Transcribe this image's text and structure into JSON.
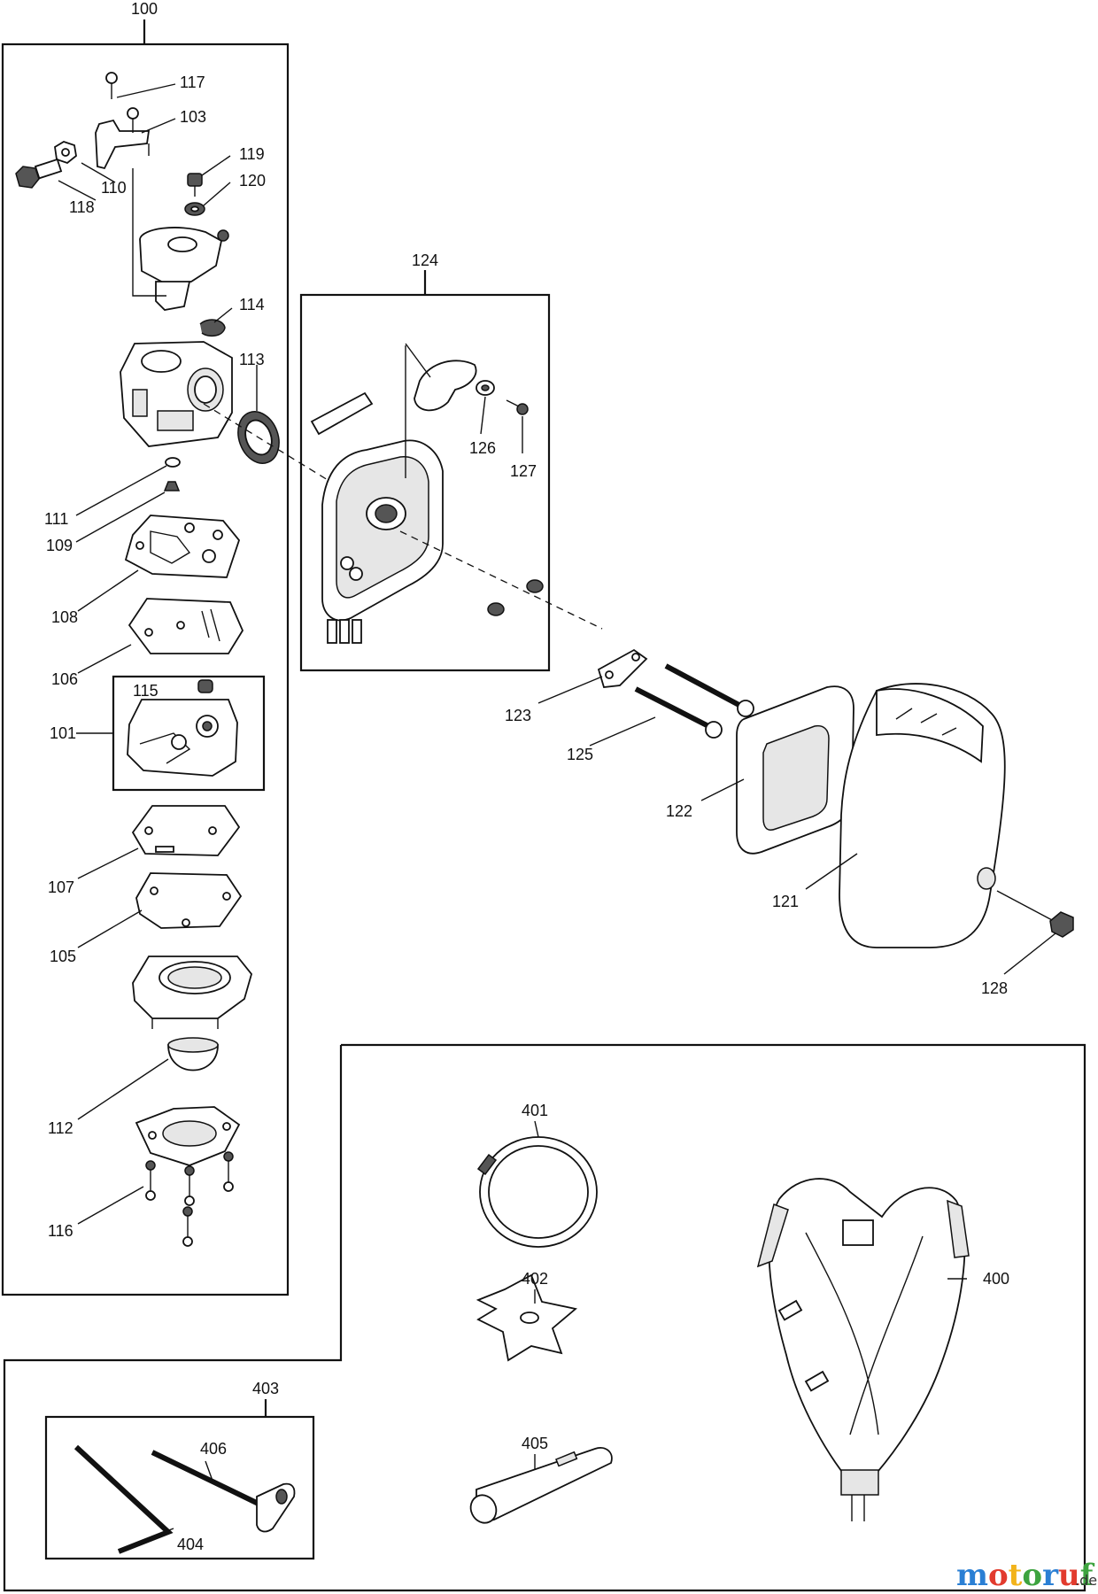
{
  "callouts": {
    "c100": "100",
    "c101": "101",
    "c103": "103",
    "c105": "105",
    "c106": "106",
    "c107": "107",
    "c108": "108",
    "c109": "109",
    "c110": "110",
    "c111": "111",
    "c112": "112",
    "c113": "113",
    "c114": "114",
    "c115": "115",
    "c116": "116",
    "c117": "117",
    "c118": "118",
    "c119": "119",
    "c120": "120",
    "c121": "121",
    "c122": "122",
    "c123": "123",
    "c124": "124",
    "c125": "125",
    "c126": "126",
    "c127": "127",
    "c128": "128",
    "c400": "400",
    "c401": "401",
    "c402": "402",
    "c403": "403",
    "c404": "404",
    "c405": "405",
    "c406": "406"
  },
  "watermark": {
    "brand": "motoruf",
    "domain_suffix": ".de",
    "letter_colors": [
      "#2a7fd4",
      "#e23b2e",
      "#f2b31a",
      "#3da33f",
      "#2a7fd4",
      "#e23b2e",
      "#3da33f"
    ]
  }
}
